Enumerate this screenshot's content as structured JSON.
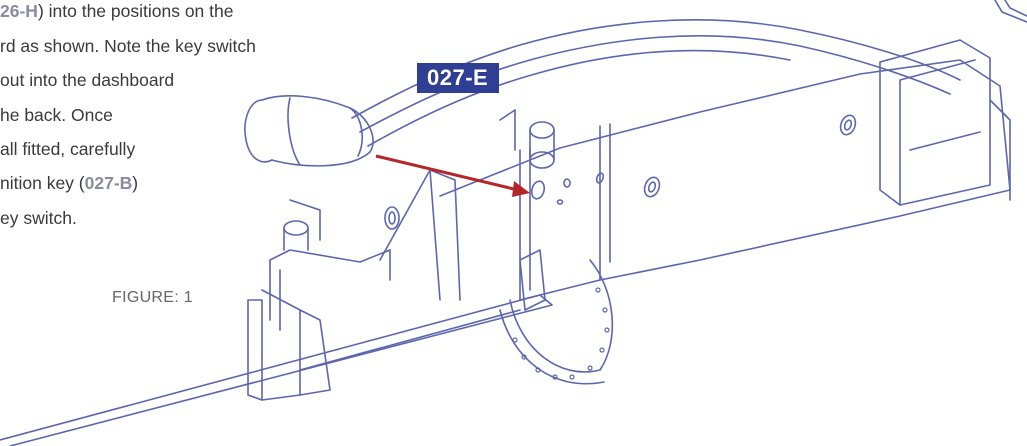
{
  "instructions": {
    "line1_ref": "26-H",
    "line1_rest": ") into the positions on the",
    "line2": "rd as shown. Note the key switch",
    "line3": "out into the dashboard",
    "line4": "he back. Once",
    "line5": "all fitted, carefully",
    "line6_pre": "nition key (",
    "line6_ref": "027-B",
    "line6_post": ")",
    "line7": "ey switch."
  },
  "part_label": "027-E",
  "figure_caption": "FIGURE: 1",
  "colors": {
    "line_art": "#5c66b0",
    "arrow": "#b5262a",
    "label_bg": "#2f3f93",
    "ref_text": "#8a8aa0"
  }
}
